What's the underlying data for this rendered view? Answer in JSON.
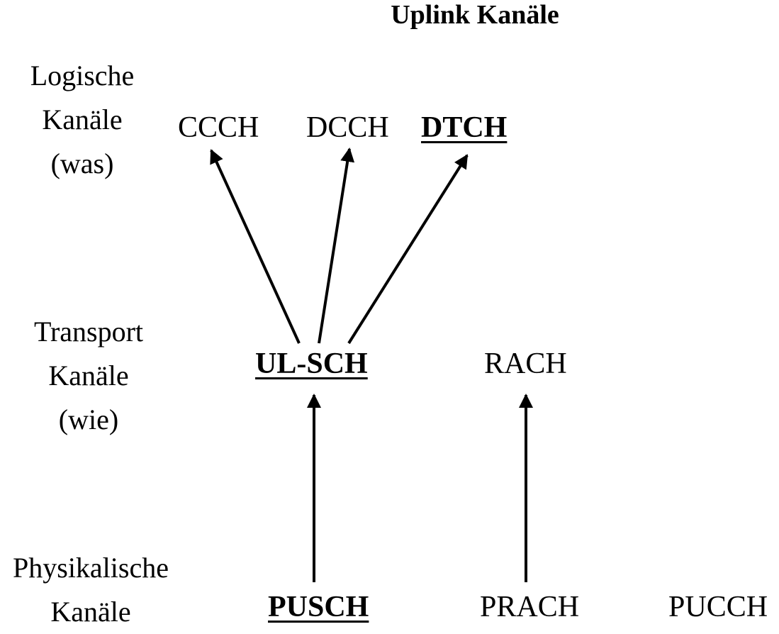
{
  "title": "Uplink Kanäle",
  "row_labels": {
    "logical": [
      "Logische",
      "Kanäle",
      "(was)"
    ],
    "transport": [
      "Transport",
      "Kanäle",
      "(wie)"
    ],
    "physical": [
      "Physikalische",
      "Kanäle"
    ]
  },
  "logical_channels": [
    {
      "label": "CCCH",
      "emphasized": false
    },
    {
      "label": "DCCH",
      "emphasized": false
    },
    {
      "label": "DTCH",
      "emphasized": true
    }
  ],
  "transport_channels": [
    {
      "label": "UL-SCH",
      "emphasized": true
    },
    {
      "label": "RACH",
      "emphasized": false
    }
  ],
  "physical_channels": [
    {
      "label": "PUSCH",
      "emphasized": true
    },
    {
      "label": "PRACH",
      "emphasized": false
    },
    {
      "label": "PUCCH",
      "emphasized": false
    }
  ],
  "mappings": [
    {
      "from": "UL-SCH",
      "to": "CCCH"
    },
    {
      "from": "UL-SCH",
      "to": "DCCH"
    },
    {
      "from": "UL-SCH",
      "to": "DTCH"
    },
    {
      "from": "PUSCH",
      "to": "UL-SCH"
    },
    {
      "from": "PRACH",
      "to": "RACH"
    }
  ]
}
